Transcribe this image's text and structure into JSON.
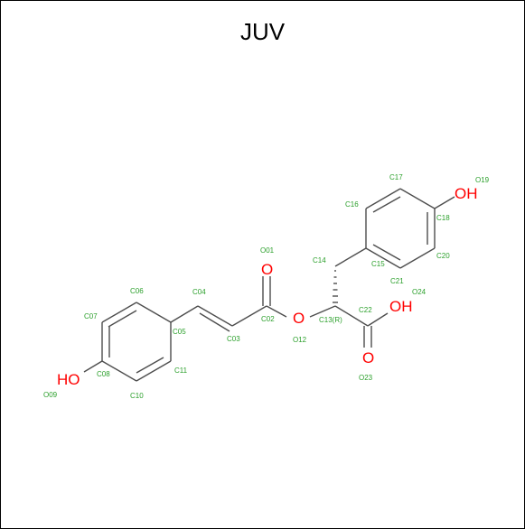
{
  "title": "JUV",
  "colors": {
    "carbon_label": "#2ca02c",
    "heteroatom": "#ff0000",
    "bond": "#4d4d4d"
  },
  "hetero": {
    "o01_symbol": "O",
    "o12_symbol": "O",
    "o23_symbol": "O",
    "oh24": "OH",
    "oh19": "OH",
    "ho09": "HO"
  },
  "atom_labels": {
    "O01": "O01",
    "C02": "C02",
    "C03": "C03",
    "C04": "C04",
    "C05": "C05",
    "C06": "C06",
    "C07": "C07",
    "C08": "C08",
    "O09": "O09",
    "C10": "C10",
    "C11": "C11",
    "O12": "O12",
    "C13": "C13(R)",
    "C14": "C14",
    "C15": "C15",
    "C16": "C16",
    "C17": "C17",
    "C18": "C18",
    "O19": "O19",
    "C20": "C20",
    "C21": "C21",
    "C22": "C22",
    "O23": "O23",
    "O24": "O24"
  }
}
